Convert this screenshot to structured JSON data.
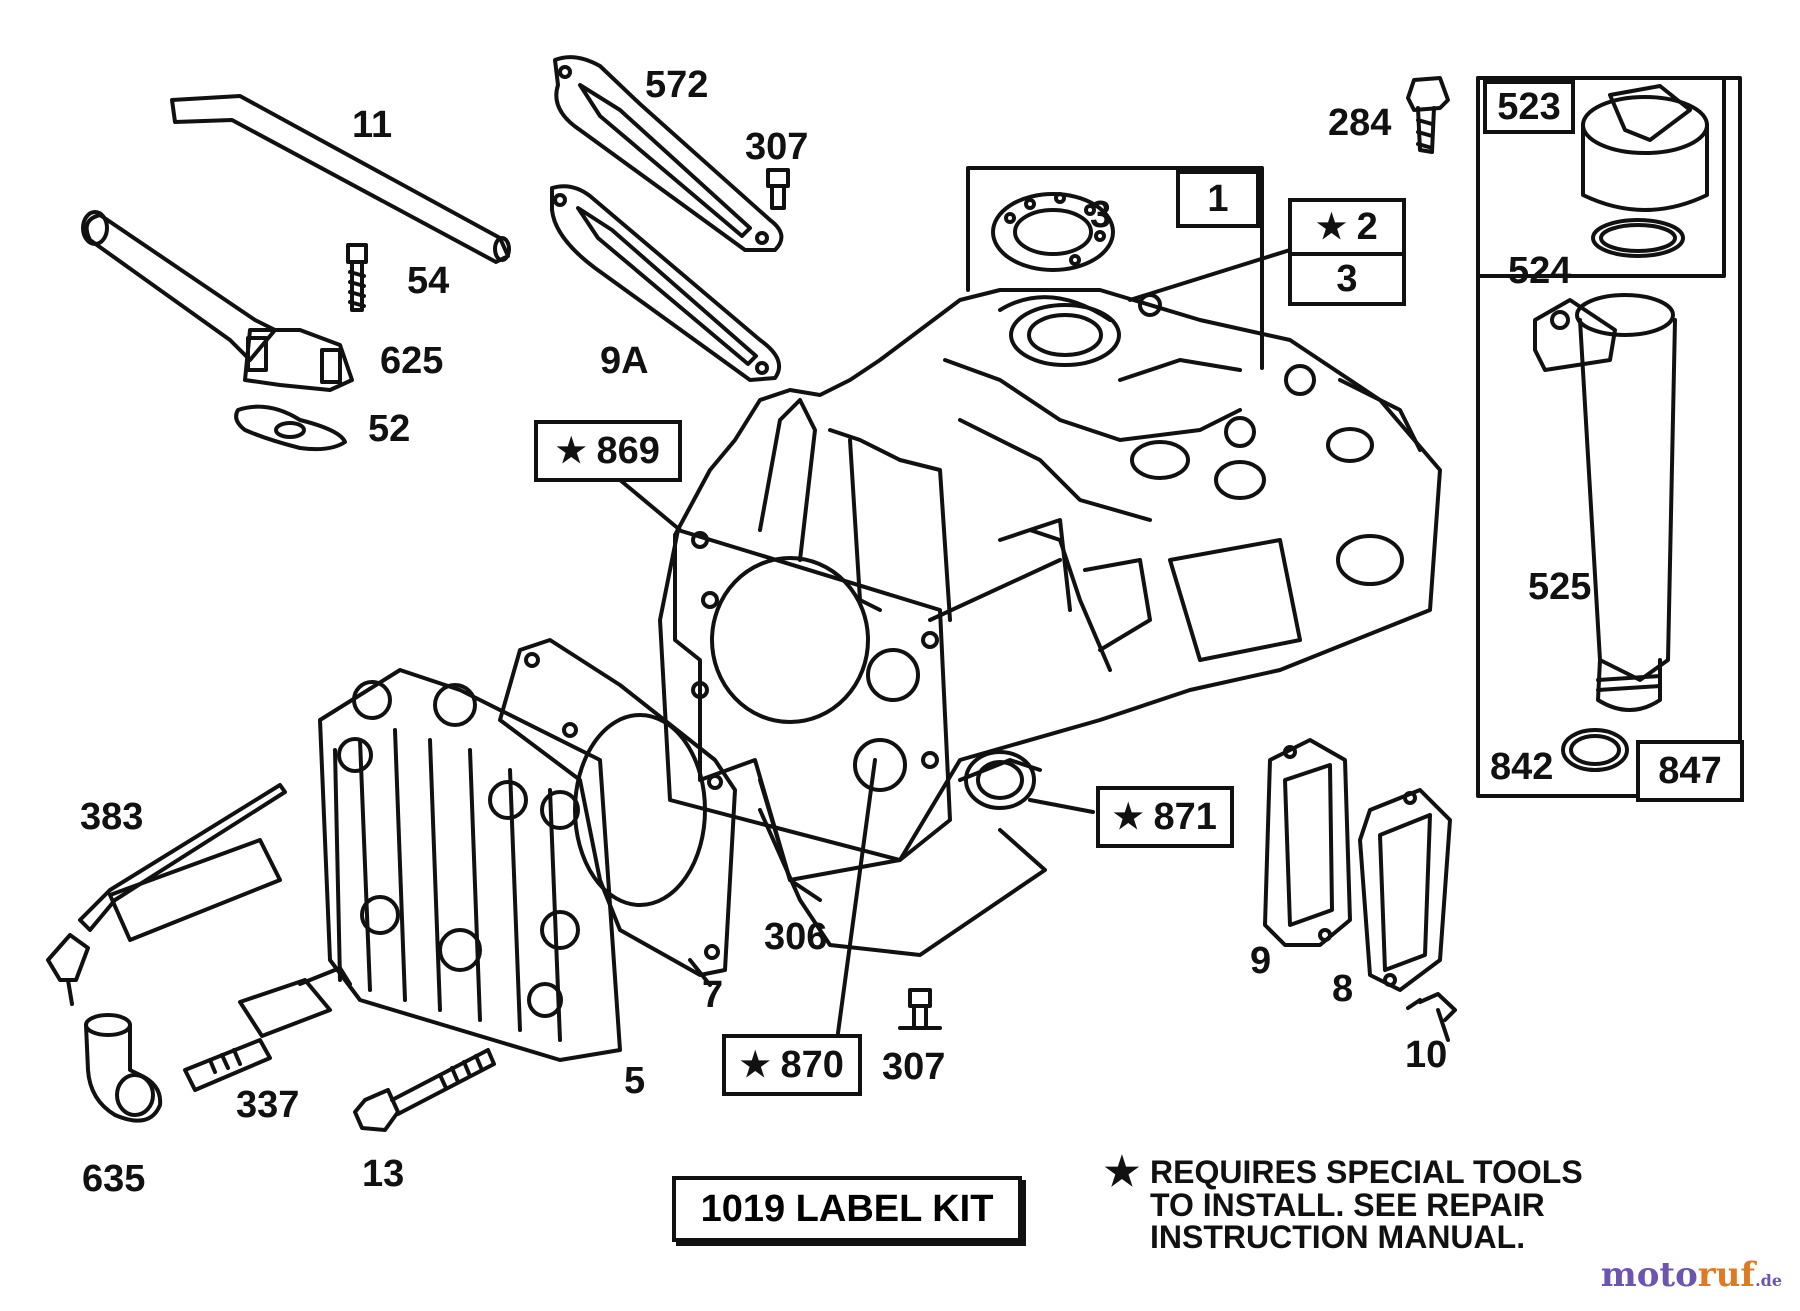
{
  "labels": {
    "p11": "11",
    "p572": "572",
    "p307a": "307",
    "p284": "284",
    "p523": "523",
    "p3a": "3",
    "p1": "1",
    "p2": "2",
    "p3b": "3",
    "p524": "524",
    "p54": "54",
    "p625": "625",
    "p52": "52",
    "p9a": "9A",
    "p869": "869",
    "p525": "525",
    "p383": "383",
    "p871": "871",
    "p842": "842",
    "p847": "847",
    "p306": "306",
    "p7": "7",
    "p9": "9",
    "p8": "8",
    "p10": "10",
    "p870": "870",
    "p307b": "307",
    "p5": "5",
    "p337": "337",
    "p635": "635",
    "p13": "13"
  },
  "star_symbol": "★",
  "label_kit": "1019 LABEL KIT",
  "note": {
    "line1": "REQUIRES SPECIAL TOOLS",
    "line2": "TO INSTALL.  SEE REPAIR",
    "line3": "INSTRUCTION MANUAL."
  },
  "watermark": {
    "part1": "moto",
    "part2": "ruf",
    "part3": ".de"
  },
  "colors": {
    "ink": "#111111",
    "paper": "#ffffff"
  }
}
